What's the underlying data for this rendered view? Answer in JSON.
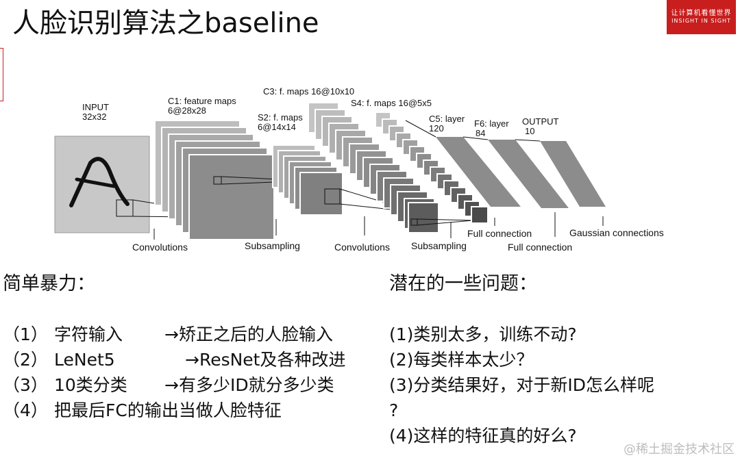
{
  "slide": {
    "title": "人脸识别算法之baseline",
    "logo_cn": "让计算机看懂世界",
    "logo_en": "INSIGHT IN SIGHT",
    "watermark": "@稀土掘金技术社区"
  },
  "diagram": {
    "layers": {
      "input": [
        "INPUT",
        "32x32"
      ],
      "c1": [
        "C1: feature maps",
        "6@28x28"
      ],
      "s2": [
        "S2: f. maps",
        "6@14x14"
      ],
      "c3": [
        "C3: f. maps 16@10x10"
      ],
      "s4": [
        "S4: f. maps 16@5x5"
      ],
      "c5": [
        "C5: layer",
        "120"
      ],
      "f6": [
        "F6: layer",
        "84"
      ],
      "output": [
        "OUTPUT",
        "10"
      ]
    },
    "operations": {
      "conv1": "Convolutions",
      "sub1": "Subsampling",
      "conv2": "Convolutions",
      "sub2": "Subsampling",
      "full1": "Full connection",
      "full2": "Full connection",
      "gauss": "Gaussian connections"
    }
  },
  "left": {
    "heading": "简单暴力：",
    "items": [
      {
        "num": "（1）",
        "from": "字符输入",
        "to": "→矫正之后的人脸输入"
      },
      {
        "num": "（2）",
        "from": "LeNet5",
        "to": "→ResNet及各种改进"
      },
      {
        "num": "（3）",
        "from": "10类分类",
        "to": "→有多少ID就分多少类"
      },
      {
        "num": "（4）",
        "from": "把最后FC的输出当做人脸特征",
        "to": ""
      }
    ]
  },
  "right": {
    "heading": "潜在的一些问题：",
    "items": [
      "(1)类别太多，训练不动?",
      "(2)每类样本太少？",
      "(3)分类结果好，对于新ID怎么样呢",
      "?",
      "(4)这样的特征真的好么?"
    ]
  }
}
